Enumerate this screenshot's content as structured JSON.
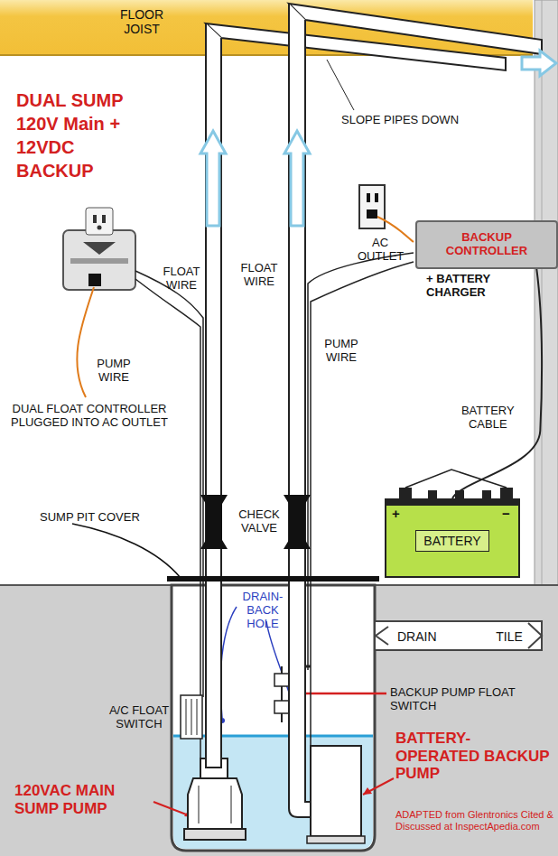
{
  "diagram": {
    "title": "DUAL SUMP 120V Main + 12VDC BACKUP",
    "nodes": [
      {
        "text": [
          "FLOOR JOIST"
        ]
      },
      {
        "text": [
          "BACKUP CONTROLLER",
          "+ BATTERY CHARGER"
        ]
      },
      {
        "text": [
          "BATTERY"
        ]
      }
    ],
    "edges": [
      {
        "from": 1,
        "to": 2,
        "arrow": "none",
        "label": "BATTERY CABLE"
      }
    ],
    "labels": [
      "SLOPE PIPES DOWN",
      "FLOAT WIRE",
      "PUMP WIRE",
      "DUAL FLOAT CONTROLLER PLUGGED INTO AC OUTLET",
      "FLOAT WIRE",
      "AC OUTLET",
      "PUMP WIRE",
      "+",
      "−",
      "SUMP PIT COVER",
      "CHECK VALVE",
      "DRAIN- BACK HOLE",
      "DRAIN TILE",
      "BACKUP PUMP FLOAT SWITCH",
      "A/C FLOAT SWITCH",
      "120VAC MAIN SUMP PUMP",
      "BATTERY- OPERATED BACKUP PUMP",
      "ADAPTED from Glentronics Cited & Discussed at InspectApedia.com"
    ]
  }
}
